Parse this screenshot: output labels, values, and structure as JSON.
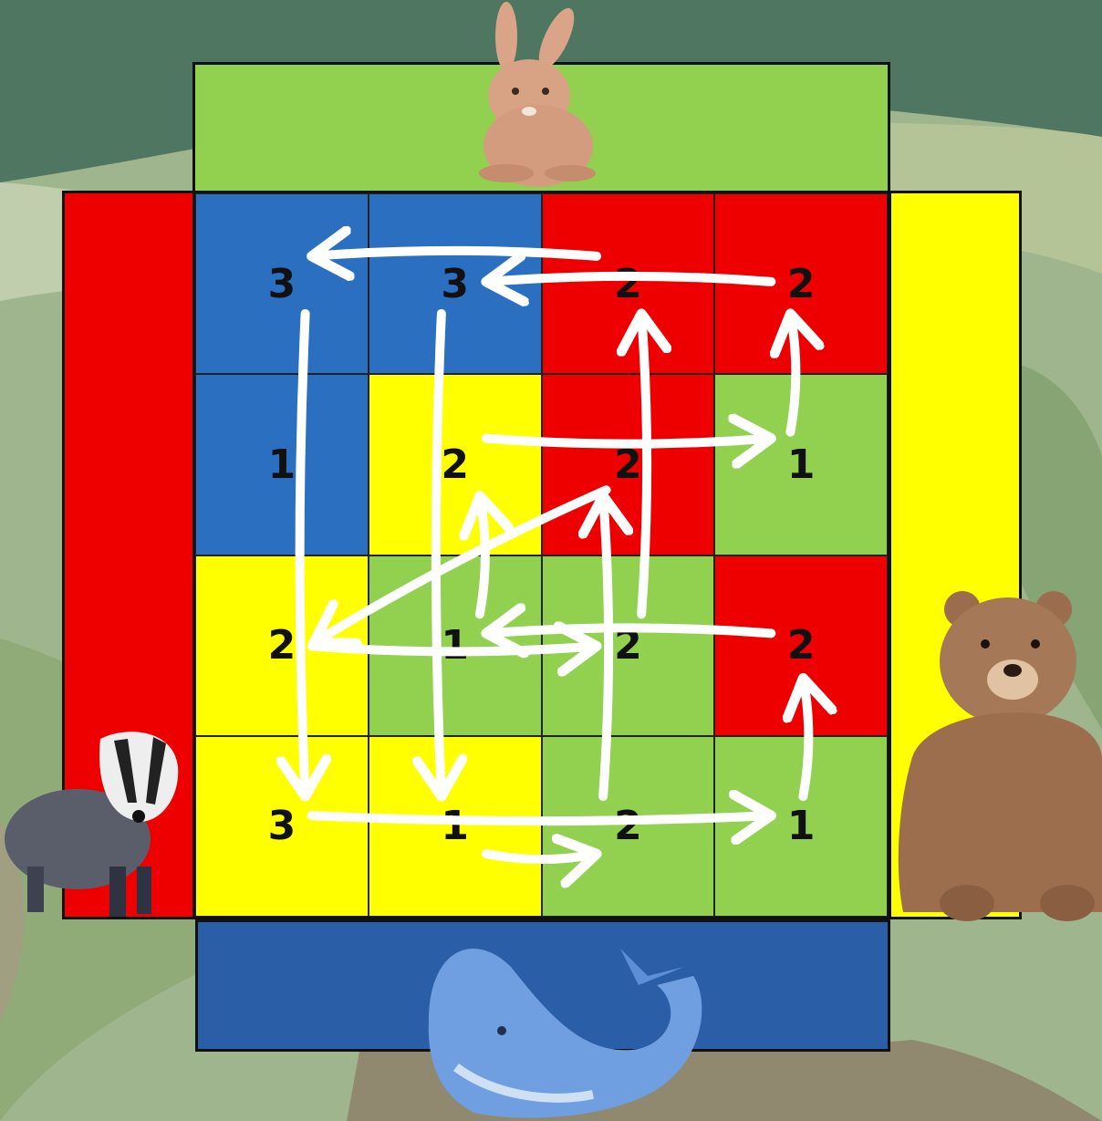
{
  "colors": {
    "red": "#ee0000",
    "blue": "#2a6fc0",
    "yellow": "#ffff00",
    "green": "#92d050",
    "dark_blue": "#2a5fa8",
    "arrow": "#ffffff"
  },
  "bands": {
    "top": {
      "color": "green",
      "animal": "rabbit-icon"
    },
    "bottom": {
      "color": "dark_blue",
      "animal": "whale-icon"
    },
    "left": {
      "color": "red",
      "animal": "badger-icon"
    },
    "right": {
      "color": "yellow",
      "animal": "bear-icon"
    }
  },
  "board": {
    "rows": [
      [
        {
          "color": "blue",
          "value": "3"
        },
        {
          "color": "blue",
          "value": "3"
        },
        {
          "color": "red",
          "value": "2"
        },
        {
          "color": "red",
          "value": "2"
        }
      ],
      [
        {
          "color": "blue",
          "value": "1"
        },
        {
          "color": "yellow",
          "value": "2"
        },
        {
          "color": "red",
          "value": "2"
        },
        {
          "color": "green",
          "value": "1"
        }
      ],
      [
        {
          "color": "yellow",
          "value": "2"
        },
        {
          "color": "green",
          "value": "1"
        },
        {
          "color": "green",
          "value": "2"
        },
        {
          "color": "red",
          "value": "2"
        }
      ],
      [
        {
          "color": "yellow",
          "value": "3"
        },
        {
          "color": "yellow",
          "value": "1"
        },
        {
          "color": "green",
          "value": "2"
        },
        {
          "color": "green",
          "value": "1"
        }
      ]
    ]
  },
  "moves": [
    {
      "from": [
        0,
        0
      ],
      "to": [
        3,
        0
      ]
    },
    {
      "from": [
        3,
        0
      ],
      "to": [
        3,
        3
      ]
    },
    {
      "from": [
        3,
        3
      ],
      "to": [
        2,
        3
      ]
    },
    {
      "from": [
        2,
        3
      ],
      "to": [
        2,
        1
      ]
    },
    {
      "from": [
        2,
        1
      ],
      "to": [
        1,
        1
      ]
    },
    {
      "from": [
        1,
        1
      ],
      "to": [
        1,
        3
      ]
    },
    {
      "from": [
        1,
        3
      ],
      "to": [
        0,
        3
      ]
    },
    {
      "from": [
        0,
        3
      ],
      "to": [
        0,
        1
      ]
    },
    {
      "from": [
        0,
        1
      ],
      "to": [
        3,
        1
      ]
    },
    {
      "from": [
        3,
        1
      ],
      "to": [
        3,
        2
      ]
    },
    {
      "from": [
        3,
        2
      ],
      "to": [
        1,
        2
      ]
    },
    {
      "from": [
        1,
        2
      ],
      "to": [
        2,
        0
      ]
    },
    {
      "from": [
        2,
        0
      ],
      "to": [
        2,
        2
      ]
    },
    {
      "from": [
        2,
        2
      ],
      "to": [
        0,
        2
      ]
    },
    {
      "from": [
        0,
        2
      ],
      "to": [
        0,
        0
      ]
    }
  ]
}
